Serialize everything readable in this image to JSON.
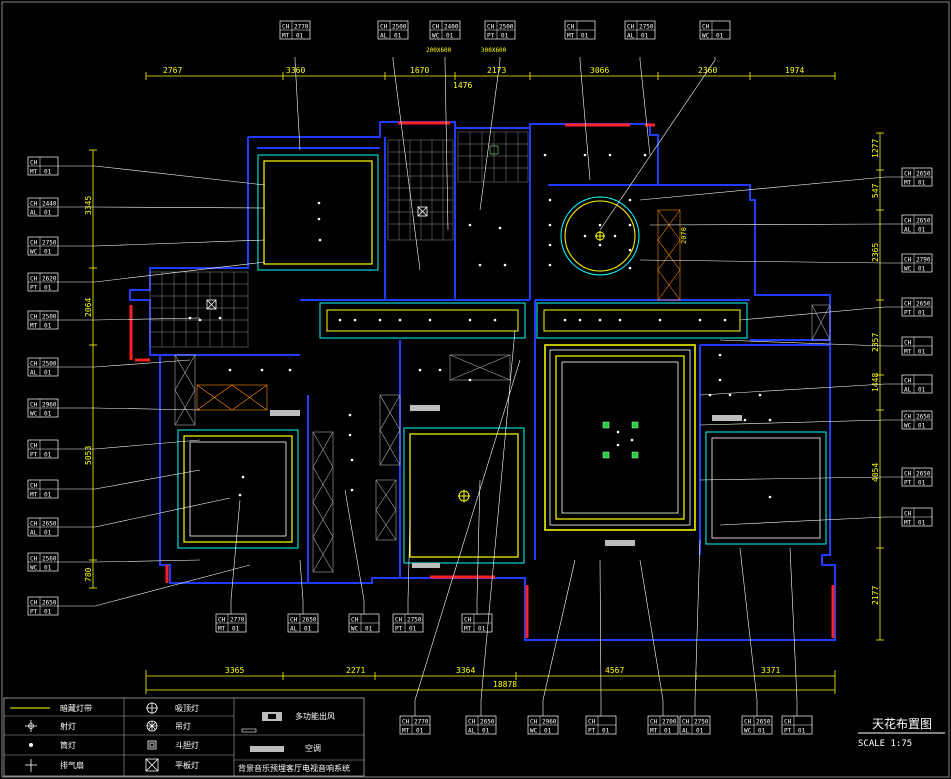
{
  "title_block": {
    "title": "天花布置图",
    "scale": "SCALE 1:75"
  },
  "dimensions": {
    "top": [
      "2767",
      "3360",
      "1670",
      "2173",
      "3066",
      "2360",
      "1974"
    ],
    "bottom": [
      "3365",
      "2271",
      "3364",
      "4567",
      "3371"
    ],
    "bottom_total": "18878",
    "left": [
      "3345",
      "2064",
      "5053",
      "780"
    ],
    "right": [
      "1277",
      "547",
      "2365",
      "2357",
      "1448",
      "4054",
      "2177"
    ],
    "top_inner": "1476",
    "interior": "2070"
  },
  "tags": {
    "top": [
      {
        "code": "CH",
        "value": "2770",
        "note": ""
      },
      {
        "code": "CH",
        "value": "2500",
        "note": ""
      },
      {
        "code": "CH",
        "value": "2400",
        "note": "200X600"
      },
      {
        "code": "CH",
        "value": "2500",
        "note": "300X600"
      },
      {
        "code": "CH",
        "value": "",
        "note": ""
      },
      {
        "code": "CH",
        "value": "2750",
        "note": ""
      },
      {
        "code": "CH",
        "value": "",
        "note": ""
      }
    ],
    "left": [
      {
        "code": "CH",
        "value": "",
        "note": ""
      },
      {
        "code": "CH",
        "value": "2440",
        "note": ""
      },
      {
        "code": "CH",
        "value": "2750",
        "note": ""
      },
      {
        "code": "CH",
        "value": "2620",
        "note": ""
      },
      {
        "code": "CH",
        "value": "2500",
        "note": ""
      },
      {
        "code": "CH",
        "value": "2500",
        "note": ""
      },
      {
        "code": "CH",
        "value": "2960",
        "note": ""
      },
      {
        "code": "CH",
        "value": "",
        "note": ""
      },
      {
        "code": "CH",
        "value": "",
        "note": ""
      },
      {
        "code": "CH",
        "value": "2650",
        "note": ""
      },
      {
        "code": "CH",
        "value": "2560",
        "note": ""
      },
      {
        "code": "CH",
        "value": "2650",
        "note": ""
      }
    ],
    "right": [
      {
        "code": "CH",
        "value": "2650",
        "note": ""
      },
      {
        "code": "CH",
        "value": "2650",
        "note": ""
      },
      {
        "code": "CH",
        "value": "2790",
        "note": ""
      },
      {
        "code": "CH",
        "value": "2650",
        "note": ""
      },
      {
        "code": "CH",
        "value": "",
        "note": ""
      },
      {
        "code": "CH",
        "value": "",
        "note": ""
      },
      {
        "code": "CH",
        "value": "2650",
        "note": ""
      },
      {
        "code": "CH",
        "value": "2650",
        "note": ""
      },
      {
        "code": "CH",
        "value": "",
        "note": ""
      }
    ],
    "mid_bottom": [
      {
        "code": "CH",
        "value": "2770",
        "note": ""
      },
      {
        "code": "CH",
        "value": "2650",
        "note": ""
      },
      {
        "code": "CH",
        "value": "",
        "note": ""
      },
      {
        "code": "CH",
        "value": "2750",
        "note": ""
      },
      {
        "code": "CH",
        "value": "",
        "note": ""
      }
    ],
    "bottom": [
      {
        "code": "CH",
        "value": "2770",
        "note": ""
      },
      {
        "code": "CH",
        "value": "2650",
        "note": ""
      },
      {
        "code": "CH",
        "value": "2960",
        "note": ""
      },
      {
        "code": "CH",
        "value": "",
        "note": ""
      },
      {
        "code": "CH",
        "value": "2700",
        "note": ""
      },
      {
        "code": "CH",
        "value": "2750",
        "note": ""
      },
      {
        "code": "CH",
        "value": "2650",
        "note": ""
      },
      {
        "code": "CH",
        "value": "",
        "note": ""
      }
    ]
  },
  "material_codes": {
    "MT": "MT",
    "AL": "AL",
    "WC": "WC",
    "PT": "PT",
    "num": "01"
  },
  "legend": {
    "items": [
      {
        "icon": "line-icon",
        "label": "暗藏灯带"
      },
      {
        "icon": "ceiling-lamp-icon",
        "label": "吸顶灯"
      },
      {
        "icon": "downlight-icon",
        "label": "射灯"
      },
      {
        "icon": "pendant-lamp-icon",
        "label": "吊灯"
      },
      {
        "icon": "spotlight-icon",
        "label": "筒灯"
      },
      {
        "icon": "grille-lamp-icon",
        "label": "斗胆灯"
      },
      {
        "icon": "fan-icon",
        "label": "排气扇"
      },
      {
        "icon": "panel-lamp-icon",
        "label": "平板灯"
      },
      {
        "icon": "ac-vent-icon",
        "label": "多功能出风"
      },
      {
        "icon": "ac-icon",
        "label": "空调"
      }
    ],
    "footer": "背景音乐预埋客厅电视音响系统"
  },
  "colors": {
    "background": "#000000",
    "wall": "#1f3cff",
    "cyan": "#00ffff",
    "yellow": "#ffff00",
    "white": "#ffffff",
    "red": "#ff2020",
    "orange": "#ff8a00",
    "green": "#22cc44"
  }
}
